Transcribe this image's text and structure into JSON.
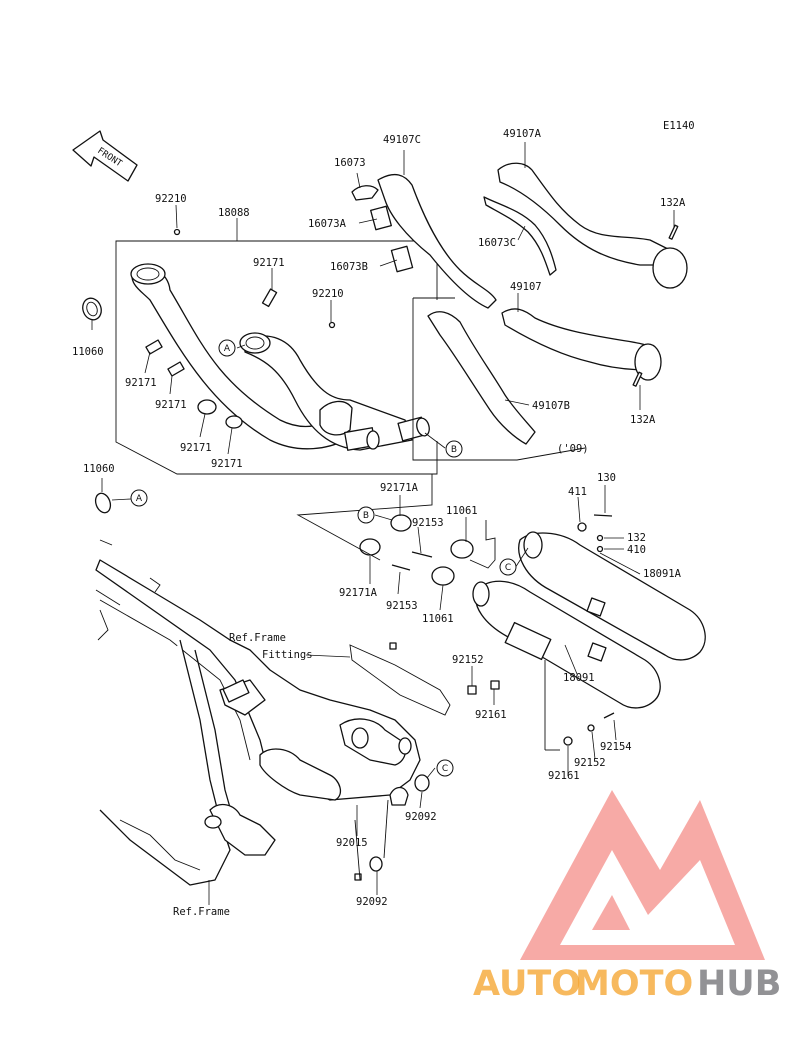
{
  "diagram_code": "E1140",
  "front_label": "FRONT",
  "note_09": "('09)",
  "ref_frame_fittings": [
    "Ref.Frame",
    "Fittings"
  ],
  "ref_frame": "Ref.Frame",
  "callouts": {
    "a": "A",
    "b": "B",
    "c": "C"
  },
  "parts": {
    "p92210_top": "92210",
    "p18088": "18088",
    "p11060_top": "11060",
    "p92171_right": "92171",
    "p92210_mid": "92210",
    "p92171_a": "92171",
    "p92171_b": "92171",
    "p92171_c": "92171",
    "p92171_d": "92171",
    "p11060_low": "11060",
    "p16073": "16073",
    "p49107C": "49107C",
    "p16073A": "16073A",
    "p16073B": "16073B",
    "p49107A": "49107A",
    "p16073C": "16073C",
    "p132A_top": "132A",
    "p49107": "49107",
    "p49107B": "49107B",
    "p132A_low": "132A",
    "p92171A_top": "92171A",
    "p92153_top": "92153",
    "p11061_top": "11061",
    "p92171A_low": "92171A",
    "p92153_low": "92153",
    "p11061_low": "11061",
    "p411": "411",
    "p130": "130",
    "p132": "132",
    "p410": "410",
    "p18091A": "18091A",
    "p18091": "18091",
    "p92152_left": "92152",
    "p92161_left": "92161",
    "p92154": "92154",
    "p92152_right": "92152",
    "p92161_right": "92161",
    "p92015": "92015",
    "p92092_a": "92092",
    "p92092_b": "92092"
  },
  "watermark": {
    "auto": "AUTO",
    "moto": "MOTO",
    "hub": "HUB"
  },
  "colors": {
    "watermark_red": "#e8302a",
    "watermark_orange": "#f4a228",
    "watermark_grey": "#6d6e71",
    "line": "#111111"
  }
}
